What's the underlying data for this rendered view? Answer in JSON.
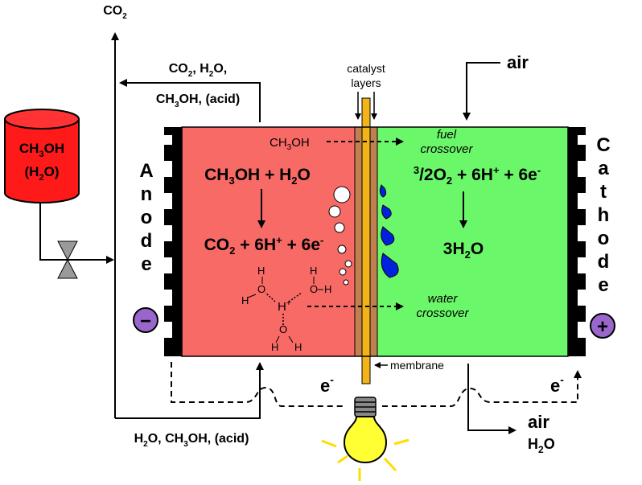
{
  "tank": {
    "line1": "CH3OH",
    "line2": "(H2O)",
    "fill_color": "#ff1a1a"
  },
  "top_outlet": {
    "label": "CO2",
    "exhaust_line1": "CO2, H2O,",
    "exhaust_line2": "CH3OH, (acid)"
  },
  "bottom_return": {
    "label": "H2O, CH3OH, (acid)"
  },
  "catalyst_label": {
    "line1": "catalyst",
    "line2": "layers"
  },
  "membrane_label": "membrane",
  "air_in_label": "air",
  "air_out": {
    "line1": "air",
    "line2": "H2O"
  },
  "anode": {
    "letters": [
      "A",
      "n",
      "o",
      "d",
      "e"
    ],
    "sign": "−",
    "color": "#f86a66"
  },
  "cathode": {
    "letters": [
      "C",
      "a",
      "t",
      "h",
      "o",
      "d",
      "e"
    ],
    "sign": "+",
    "color": "#6bf76a"
  },
  "anode_reaction": {
    "reactants": "CH3OH + H2O",
    "products": "CO2 + 6H+ + 6e-"
  },
  "cathode_reaction": {
    "reactants": "3/2O2 + 6H+ + 6e-",
    "product": "3H2O"
  },
  "fuel_crossover": {
    "species": "CH3OH",
    "line1": "fuel",
    "line2": "crossover"
  },
  "water_crossover": {
    "line1": "water",
    "line2": "crossover"
  },
  "hydronium": {
    "center": "H+",
    "atoms": [
      "H",
      "O",
      "H",
      "H",
      "O",
      "H",
      "H",
      "O",
      "H"
    ]
  },
  "electron_labels": {
    "left": "e-",
    "right": "e-"
  },
  "colors": {
    "membrane": "#f2b418",
    "catalyst": "#c08050",
    "bulb": "#ffff33",
    "terminal": "#9966cc",
    "droplet": "#0022dd"
  },
  "icons": [
    "valve-icon",
    "light-bulb-icon"
  ]
}
